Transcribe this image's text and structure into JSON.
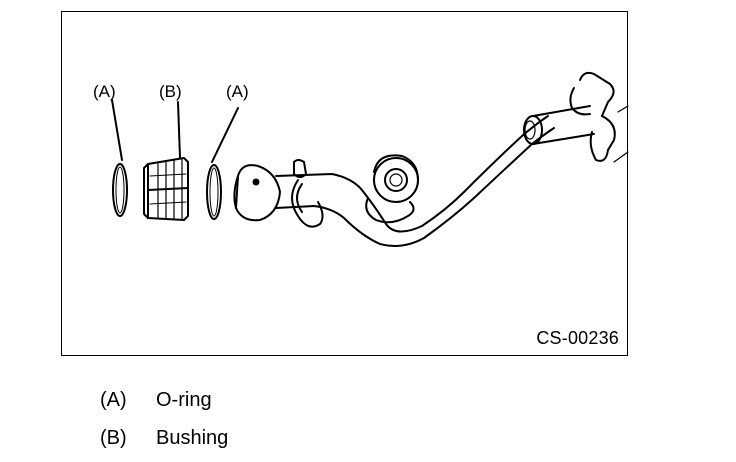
{
  "figure": {
    "callouts": [
      {
        "id": "A",
        "label": "(A)"
      },
      {
        "id": "B",
        "label": "(B)"
      },
      {
        "id": "A",
        "label": "(A)"
      }
    ],
    "code": "CS-00236"
  },
  "legend": [
    {
      "key": "(A)",
      "text": "O-ring"
    },
    {
      "key": "(B)",
      "text": "Bushing"
    }
  ]
}
